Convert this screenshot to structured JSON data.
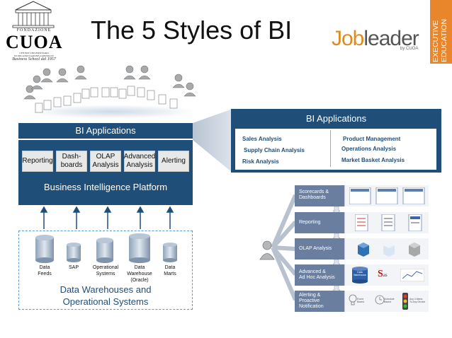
{
  "header": {
    "title": "The 5 Styles of BI",
    "cuoa": {
      "foundation": "FONDAZIONE",
      "name": "CUOA",
      "subtitle_lines": [
        "CENTRO UNIVERSITARIO",
        "DI ORGANIZZAZIONE AZIENDALE"
      ],
      "since": "Business School dal 1957"
    },
    "jobleader": {
      "job": "Job",
      "leader": "leader",
      "by": "by CUOA"
    },
    "exec_band": [
      "EXECUTIVE",
      "EDUCATION"
    ]
  },
  "left": {
    "bi_applications": "BI Applications",
    "tools": [
      "Reporting",
      "Dash-\nboards",
      "OLAP\nAnalysis",
      "Advanced\nAnalysis",
      "Alerting"
    ],
    "platform": "Business Intelligence Platform",
    "sources": [
      "Data\nFeeds",
      "SAP",
      "Operational\nSystems",
      "Data\nWarehouse\n(Oracle)",
      "Data\nMarts"
    ],
    "dwh_label": "Data Warehouses and\nOperational Systems"
  },
  "right": {
    "bi_applications": "BI Applications",
    "apps_col1": [
      "Sales Analysis",
      "Supply Chain Analysis",
      "Risk Analysis"
    ],
    "apps_col2": [
      "Product Management",
      "Operations Analysis",
      "Market Basket Analysis"
    ],
    "styles": [
      "Scorecards &\nDashboards",
      "Reporting",
      "OLAP Analysis",
      "Advanced &\nAd Hoc Analysis",
      "Alerting &\nProactive\nNotification"
    ],
    "mini_labels": {
      "data_warehouse": "Data\nWarehouse",
      "event_based": "Event\nBased",
      "schedule_based": "Schedule\nBased",
      "any_criteria": "Any Criteria\nTo Any Device"
    }
  },
  "colors": {
    "navy": "#1f4e79",
    "accent": "#e9852a",
    "slate": "#6a7fa0"
  }
}
